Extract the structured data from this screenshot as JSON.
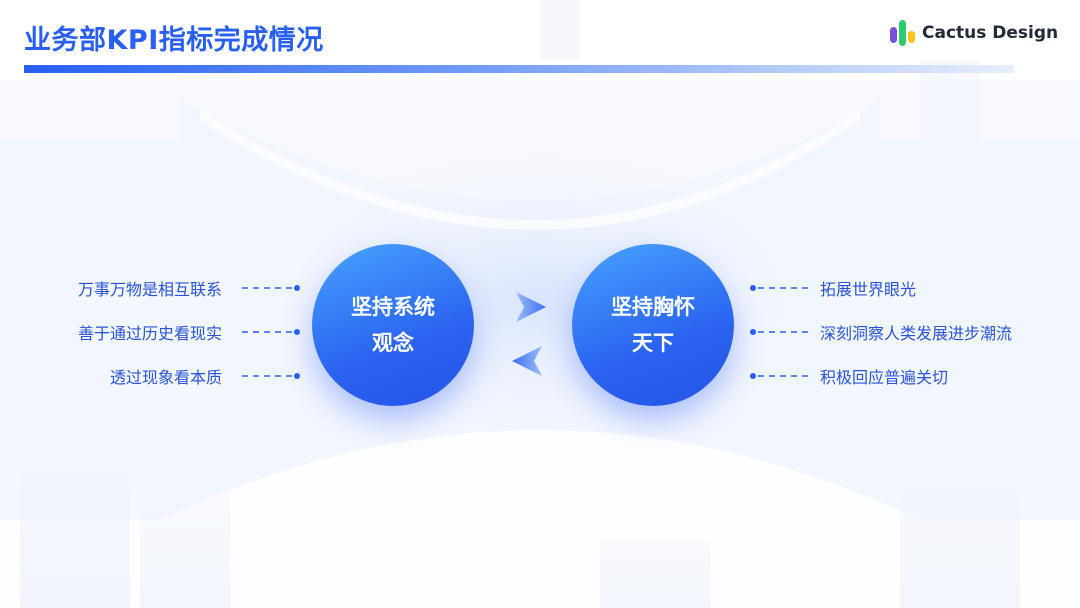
{
  "header": {
    "title": "业务部KPI指标完成情况",
    "logo_text": "Cactus Design"
  },
  "diagram": {
    "left_circle": {
      "line1": "坚持系统",
      "line2": "观念"
    },
    "right_circle": {
      "line1": "坚持胸怀",
      "line2": "天下"
    },
    "left_items": [
      "万事万物是相互联系",
      "善于通过历史看现实",
      "透过现象看本质"
    ],
    "right_items": [
      "拓展世界眼光",
      "深刻洞察人类发展进步潮流",
      "积极回应普遍关切"
    ]
  },
  "colors": {
    "primary": "#2a5ff5",
    "circle_top": "#47a3ff",
    "circle_bottom": "#2453e8",
    "text_blue": "#2a54d8",
    "logo_green": "#2ecc71",
    "logo_purple": "#7b4fd6",
    "logo_yellow": "#f6c31b"
  },
  "icons": {
    "logo": "cactus-logo-icon",
    "arrow_right": "arrow-right-icon",
    "arrow_left": "arrow-left-icon"
  }
}
